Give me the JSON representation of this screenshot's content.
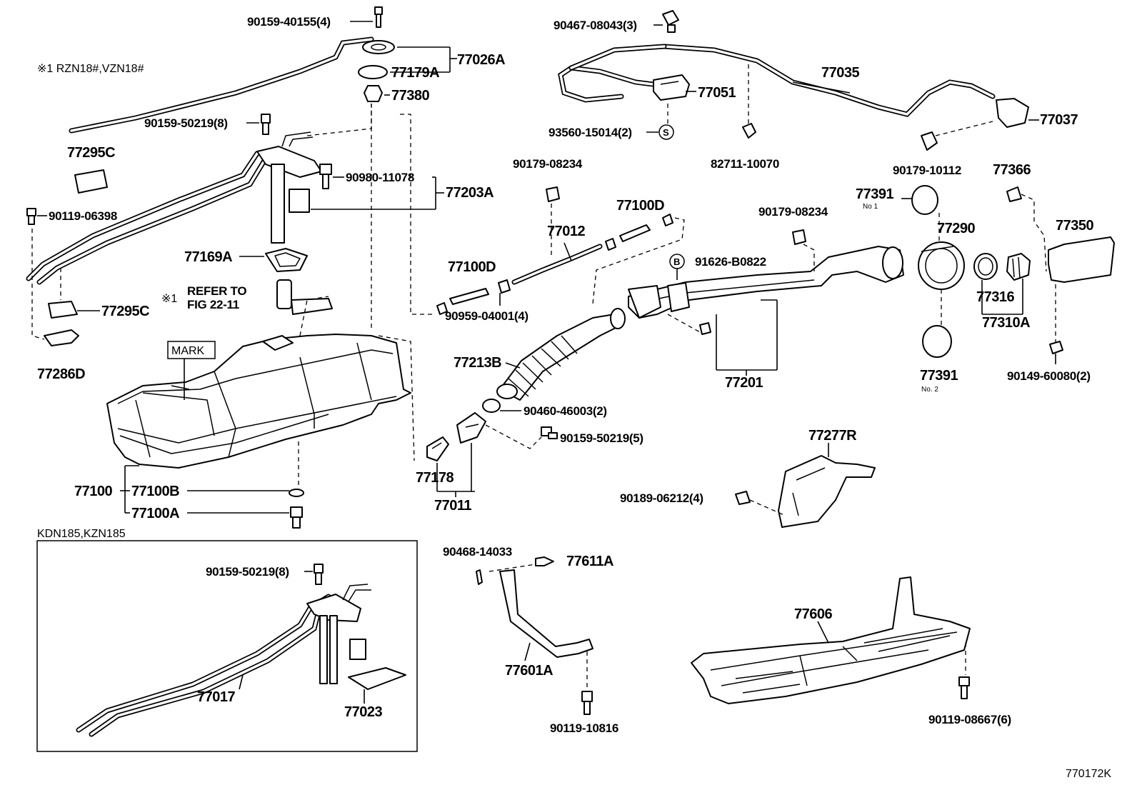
{
  "notes": {
    "models_note": "※1 RZN18#,VZN18#",
    "refer_mark": "※1",
    "refer_line1": "REFER TO",
    "refer_line2": "FIG 22-11",
    "mark_label": "MARK",
    "inset_title": "KDN185,KZN185",
    "figure_id": "770172K"
  },
  "parts": {
    "p90159_40155": "90159-40155(4)",
    "p77026A": "77026A",
    "p77179A": "77179A",
    "p77380": "77380",
    "p90159_50219_8": "90159-50219(8)",
    "p77295C_top": "77295C",
    "p90980_11078": "90980-11078",
    "p77203A": "77203A",
    "p90119_06398": "90119-06398",
    "p77169A": "77169A",
    "p77295C": "77295C",
    "p77286D": "77286D",
    "p77100": "77100",
    "p77100B": "77100B",
    "p77100A": "77100A",
    "p90467_08043": "90467-08043(3)",
    "p77051": "77051",
    "p93560_15014": "93560-15014(2)",
    "s_symbol": "S",
    "p82711_10070": "82711-10070",
    "p77035": "77035",
    "p77037": "77037",
    "p90179_10112": "90179-10112",
    "p90179_08234_a": "90179-08234",
    "p77100D_a": "77100D",
    "p77012": "77012",
    "p77100D_b": "77100D",
    "p90959_04001": "90959-04001(4)",
    "p90179_08234_b": "90179-08234",
    "b_symbol": "B",
    "p91626_B0822": "91626-B0822",
    "p77391_1": "77391",
    "no1": "No 1",
    "p77290": "77290",
    "p77366": "77366",
    "p77350": "77350",
    "p77316": "77316",
    "p77310A": "77310A",
    "p77201": "77201",
    "p77213B": "77213B",
    "p90460_46003": "90460-46003(2)",
    "p90159_50219_5": "90159-50219(5)",
    "p77178": "77178",
    "p77011": "77011",
    "p77391_2": "77391",
    "no2": "No. 2",
    "p90149_60080": "90149-60080(2)",
    "p77277R": "77277R",
    "p90189_06212": "90189-06212(4)",
    "p90468_14033": "90468-14033",
    "p77611A": "77611A",
    "p77601A": "77601A",
    "p90119_10816": "90119-10816",
    "p77606": "77606",
    "p90119_08667": "90119-08667(6)",
    "inset_90159_50219": "90159-50219(8)",
    "inset_77017": "77017",
    "inset_77023": "77023"
  }
}
